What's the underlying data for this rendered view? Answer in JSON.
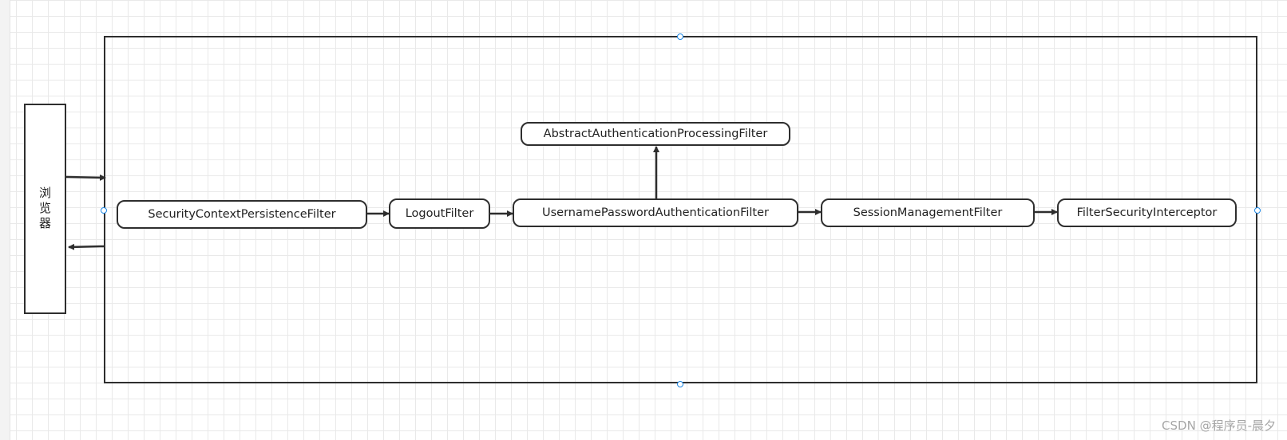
{
  "browser": {
    "label": "浏览器"
  },
  "filters": {
    "security_context": "SecurityContextPersistenceFilter",
    "logout": "LogoutFilter",
    "username_password": "UsernamePasswordAuthenticationFilter",
    "abstract_auth": "AbstractAuthenticationProcessingFilter",
    "session_management": "SessionManagementFilter",
    "filter_security": "FilterSecurityInterceptor"
  },
  "watermark": "CSDN @程序员-晨夕",
  "colors": {
    "stroke": "#2e2e2e",
    "handle": "#1e88e5",
    "grid": "#e9e9e9"
  }
}
